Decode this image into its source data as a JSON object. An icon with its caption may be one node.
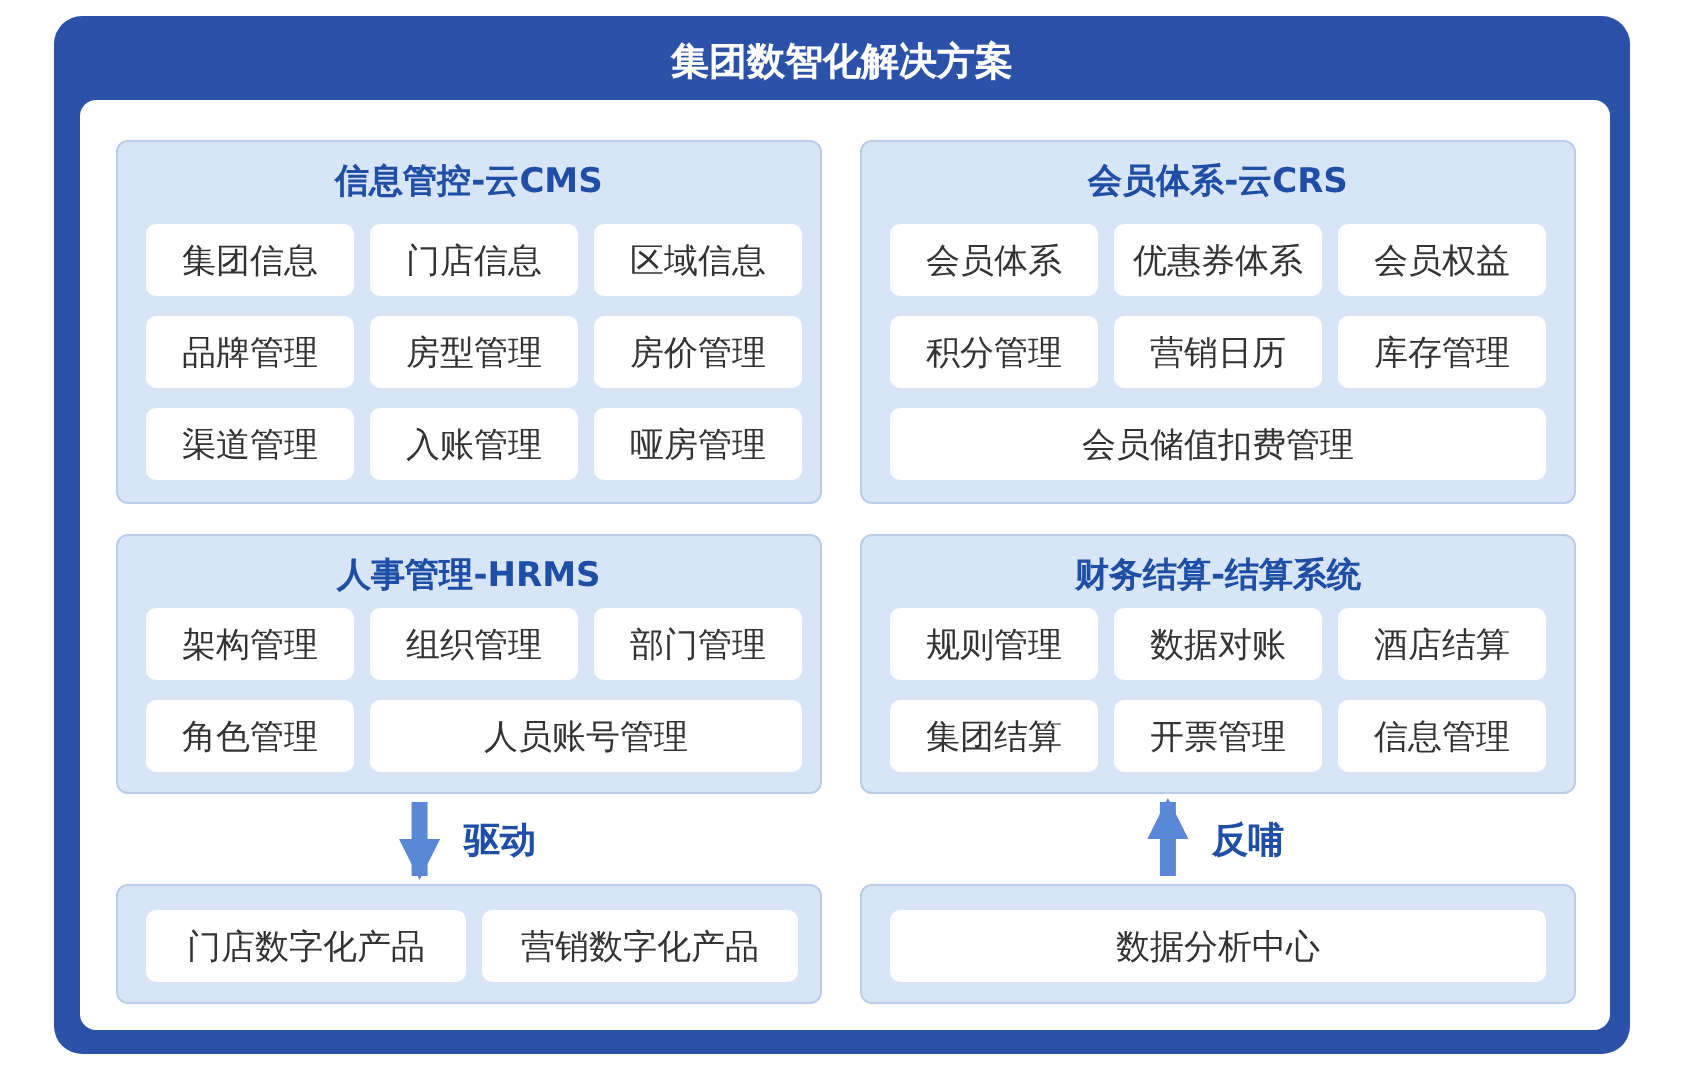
{
  "diagram": {
    "nodes": [
      {
        "text": [
          "集团数智化解决方案"
        ]
      },
      {
        "text": [
          "信息管控-云CMS"
        ],
        "in": 0
      },
      {
        "text": [
          "集团信息"
        ],
        "in": 1
      },
      {
        "text": [
          "门店信息"
        ],
        "in": 1
      },
      {
        "text": [
          "区域信息"
        ],
        "in": 1
      },
      {
        "text": [
          "品牌管理"
        ],
        "in": 1
      },
      {
        "text": [
          "房型管理"
        ],
        "in": 1
      },
      {
        "text": [
          "房价管理"
        ],
        "in": 1
      },
      {
        "text": [
          "渠道管理"
        ],
        "in": 1
      },
      {
        "text": [
          "入账管理"
        ],
        "in": 1
      },
      {
        "text": [
          "哑房管理"
        ],
        "in": 1
      },
      {
        "text": [
          "会员体系-云CRS"
        ],
        "in": 0
      },
      {
        "text": [
          "会员体系"
        ],
        "in": 11
      },
      {
        "text": [
          "优惠券体系"
        ],
        "in": 11
      },
      {
        "text": [
          "会员权益"
        ],
        "in": 11
      },
      {
        "text": [
          "积分管理"
        ],
        "in": 11
      },
      {
        "text": [
          "营销日历"
        ],
        "in": 11
      },
      {
        "text": [
          "库存管理"
        ],
        "in": 11
      },
      {
        "text": [
          "会员储值扣费管理"
        ],
        "in": 11
      },
      {
        "text": [
          "人事管理-HRMS"
        ],
        "in": 0
      },
      {
        "text": [
          "架构管理"
        ],
        "in": 19
      },
      {
        "text": [
          "组织管理"
        ],
        "in": 19
      },
      {
        "text": [
          "部门管理"
        ],
        "in": 19
      },
      {
        "text": [
          "角色管理"
        ],
        "in": 19
      },
      {
        "text": [
          "人员账号管理"
        ],
        "in": 19
      },
      {
        "text": [
          "财务结算-结算系统"
        ],
        "in": 0
      },
      {
        "text": [
          "规则管理"
        ],
        "in": 25
      },
      {
        "text": [
          "数据对账"
        ],
        "in": 25
      },
      {
        "text": [
          "酒店结算"
        ],
        "in": 25
      },
      {
        "text": [
          "集团结算"
        ],
        "in": 25
      },
      {
        "text": [
          "开票管理"
        ],
        "in": 25
      },
      {
        "text": [
          "信息管理"
        ],
        "in": 25
      },
      {
        "text": [],
        "shape": "box",
        "in": 0
      },
      {
        "text": [
          "门店数字化产品"
        ],
        "in": 32
      },
      {
        "text": [
          "营销数字化产品"
        ],
        "in": 32
      },
      {
        "text": [],
        "shape": "box",
        "in": 0
      },
      {
        "text": [
          "数据分析中心"
        ],
        "in": 35
      }
    ],
    "edges": [
      {
        "from": 19,
        "to": 32,
        "arrow": "to",
        "label": "驱动"
      },
      {
        "from": 35,
        "to": 25,
        "arrow": "to",
        "label": "反哺"
      }
    ]
  }
}
